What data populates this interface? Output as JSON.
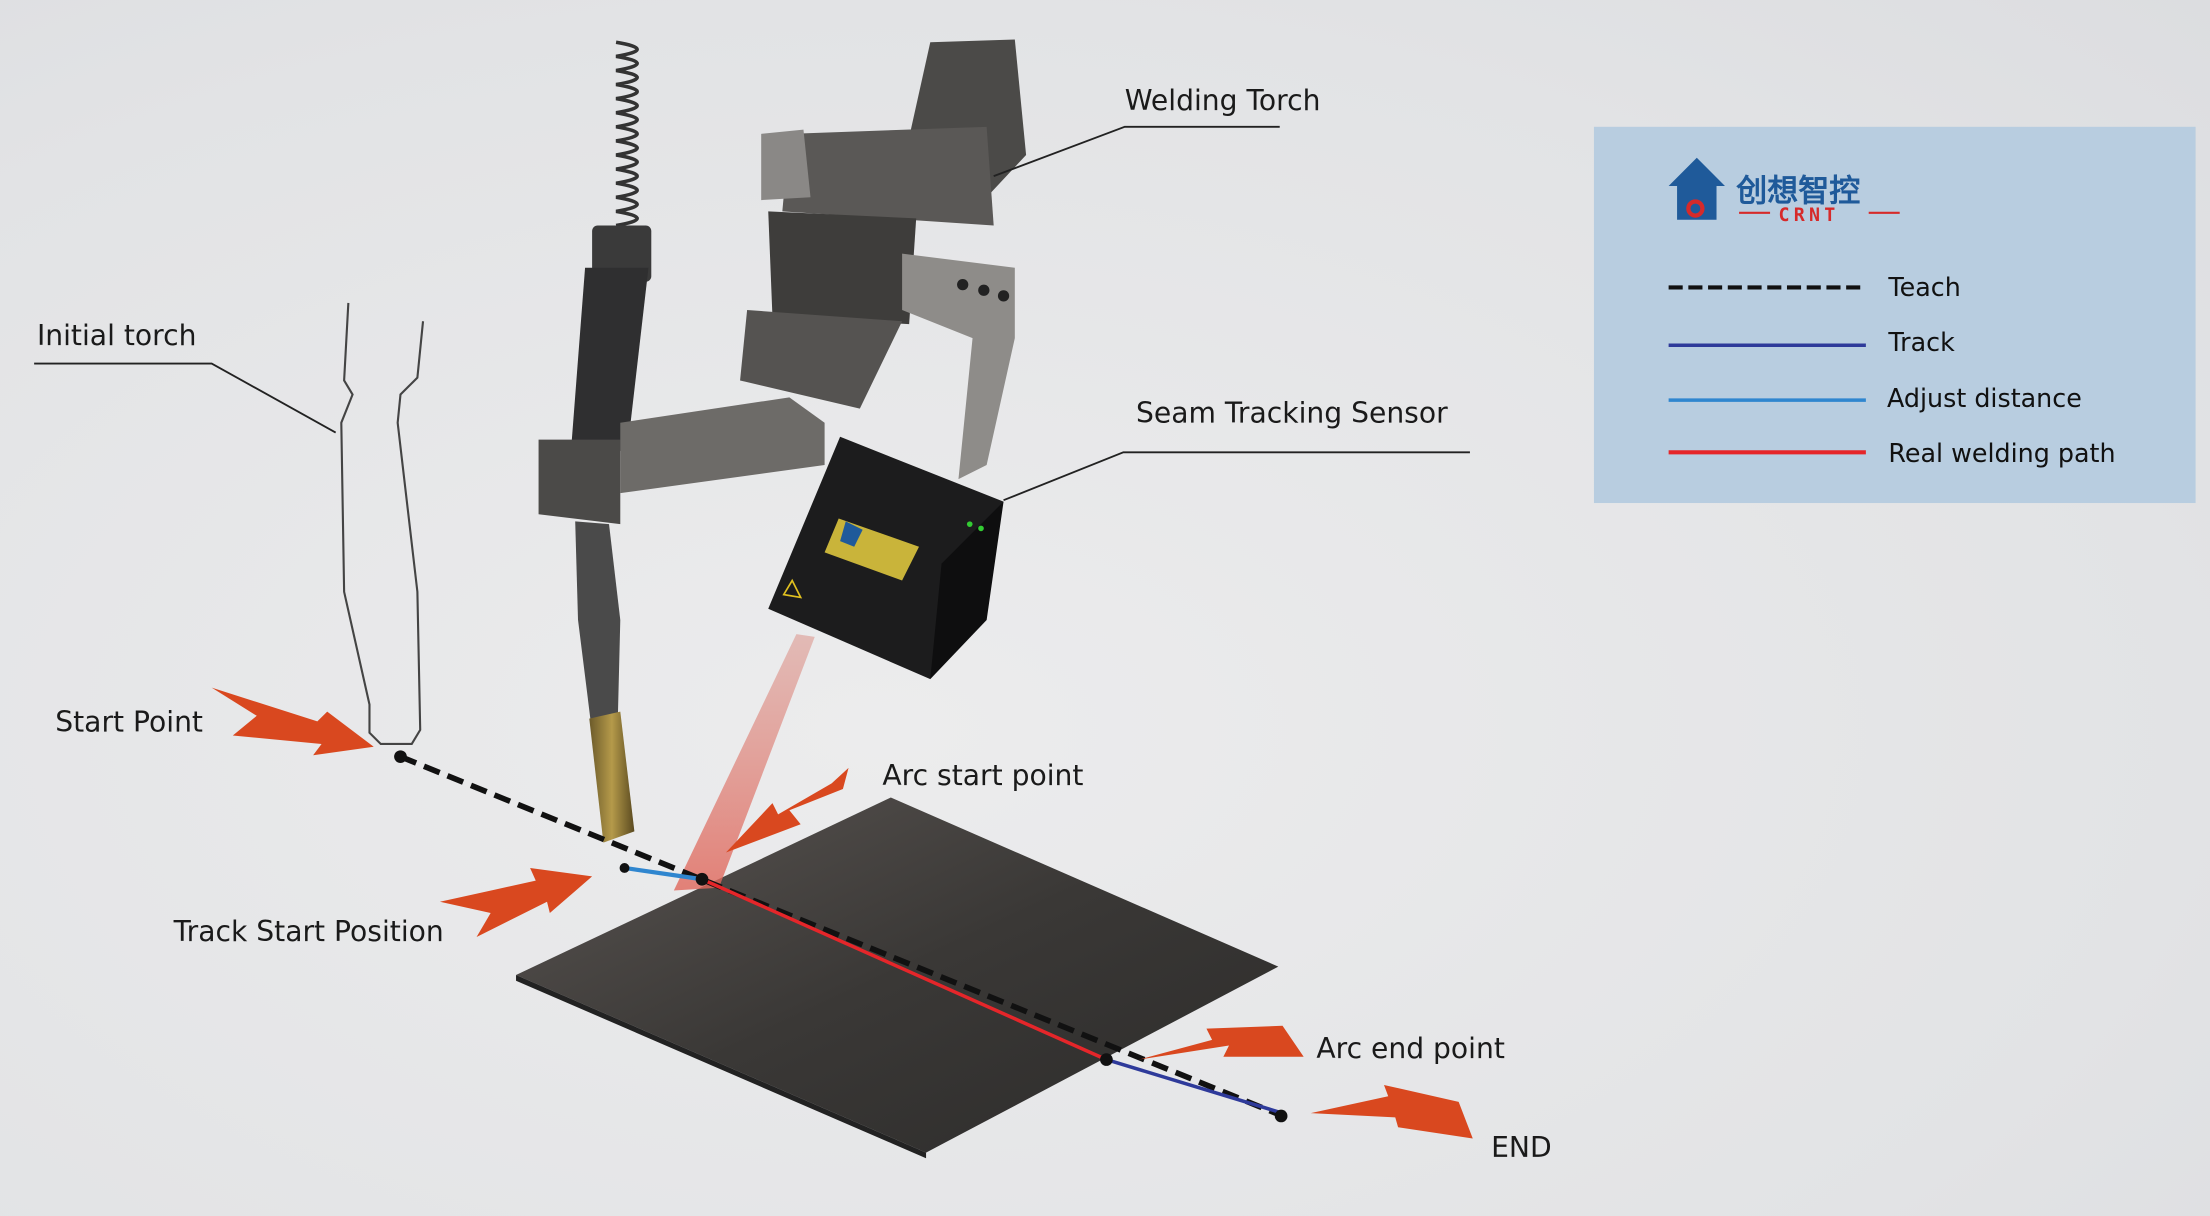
{
  "labels": {
    "welding_torch": "Welding Torch",
    "initial_torch": "Initial torch",
    "seam_tracking_sensor": "Seam Tracking Sensor",
    "start_point": "Start Point",
    "arc_start_point": "Arc start point",
    "track_start_position": "Track Start Position",
    "arc_end_point": "Arc end point",
    "end": "END"
  },
  "legend": {
    "brand_cn": "创想智控",
    "brand_en": "CRNT",
    "items": [
      {
        "label": "Teach",
        "color": "#111111",
        "style": "dashed"
      },
      {
        "label": "Track",
        "color": "#2e3a9a",
        "style": "solid"
      },
      {
        "label": "Adjust distance",
        "color": "#2f86cf",
        "style": "solid"
      },
      {
        "label": "Real welding path",
        "color": "#e5262a",
        "style": "solid"
      }
    ]
  },
  "colors": {
    "arrow": "#d9481f",
    "legend_bg": "#b8cde0",
    "brand_blue": "#1f5a9a",
    "brand_red": "#d62a2a"
  }
}
